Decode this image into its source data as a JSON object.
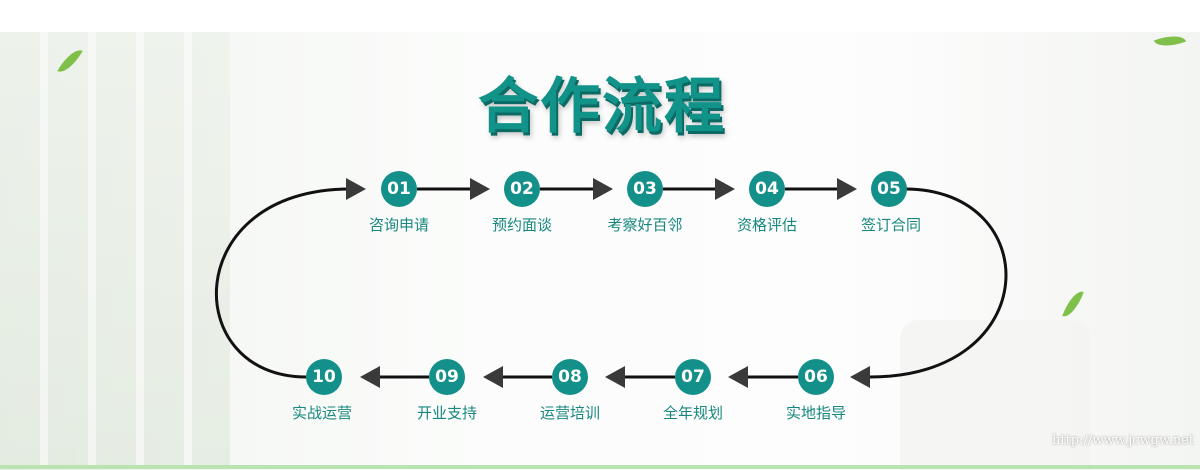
{
  "title": "合作流程",
  "steps": [
    {
      "num": "01",
      "label": "咨询申请"
    },
    {
      "num": "02",
      "label": "预约面谈"
    },
    {
      "num": "03",
      "label": "考察好百邻"
    },
    {
      "num": "04",
      "label": "资格评估"
    },
    {
      "num": "05",
      "label": "签订合同"
    },
    {
      "num": "06",
      "label": "实地指导"
    },
    {
      "num": "07",
      "label": "全年规划"
    },
    {
      "num": "08",
      "label": "运营培训"
    },
    {
      "num": "09",
      "label": "开业支持"
    },
    {
      "num": "10",
      "label": "实战运营"
    }
  ],
  "watermark": "http://www.jcwgw.net",
  "colors": {
    "accent": "#139089",
    "arrow": "#333333"
  }
}
